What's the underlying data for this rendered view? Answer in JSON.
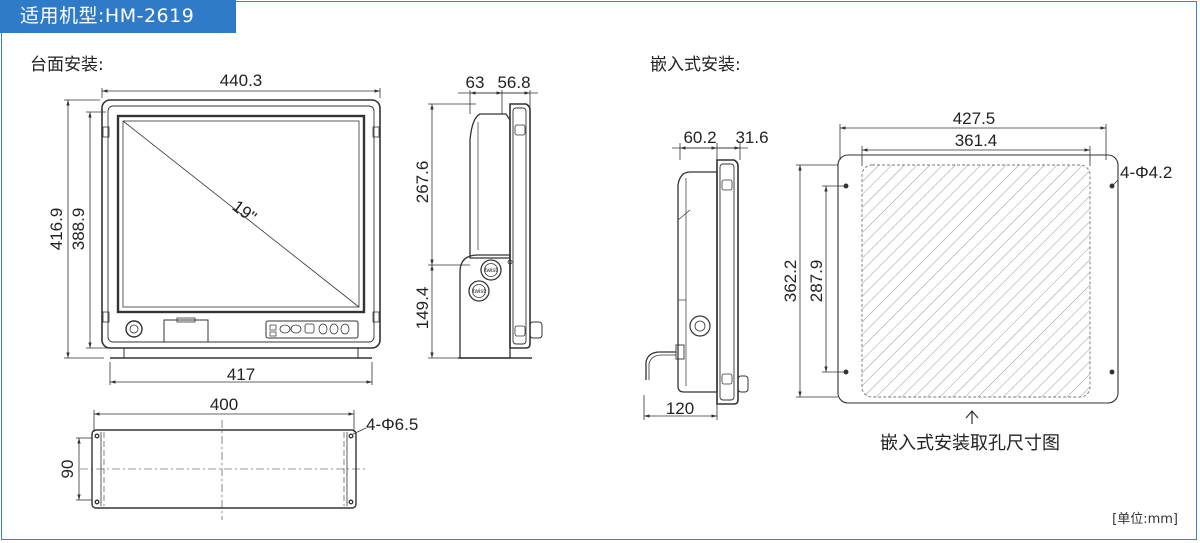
{
  "header": {
    "title": "适用机型:HM-2619"
  },
  "sections": {
    "desktop": "台面安装:",
    "embedded": "嵌入式安装:"
  },
  "front_view": {
    "width_top": "440.3",
    "width_bottom": "417",
    "height_outer": "416.9",
    "height_inner": "388.9",
    "screen_size": "19\""
  },
  "side_view": {
    "depth_a": "63",
    "depth_b": "56.8",
    "height_upper": "267.6",
    "height_lower": "149.4",
    "knob_upper": "twist",
    "knob_lower": "twist"
  },
  "base_view": {
    "width": "400",
    "depth": "90",
    "holes": "4-Φ6.5"
  },
  "embedded_side": {
    "depth_a": "60.2",
    "depth_b": "31.6",
    "depth_total": "120"
  },
  "cutout": {
    "outer_width": "427.5",
    "inner_width": "361.4",
    "outer_height": "362.2",
    "inner_height": "287.9",
    "holes": "4-Φ4.2",
    "caption": "嵌入式安装取孔尺寸图"
  },
  "unit_label": "[单位:mm]",
  "colors": {
    "accent": "#2f7bc8",
    "line": "#333333"
  }
}
